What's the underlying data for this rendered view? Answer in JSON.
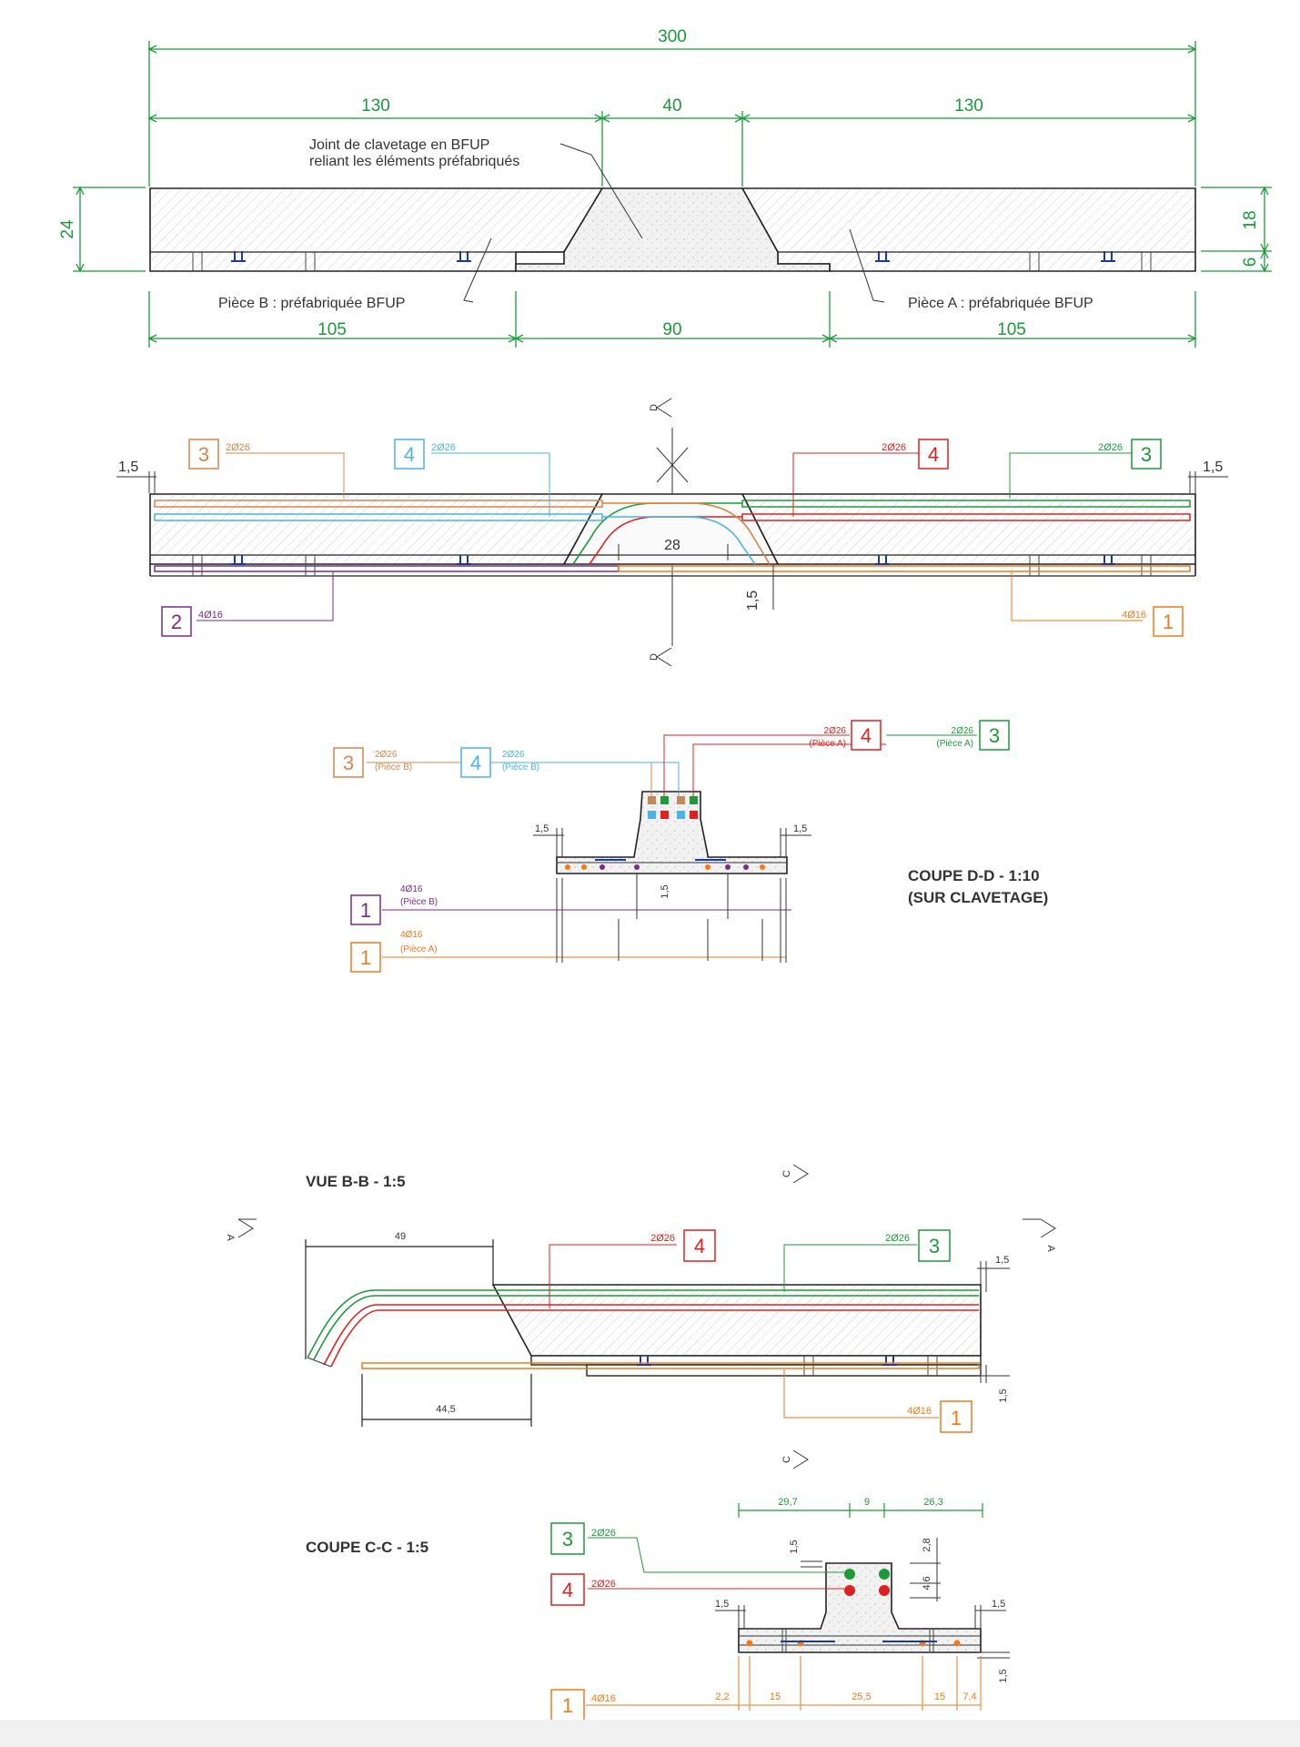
{
  "top_view": {
    "dims_top": [
      "300",
      "130",
      "40",
      "130"
    ],
    "dims_bottom": [
      "105",
      "90",
      "105"
    ],
    "dims_side": {
      "left": "24",
      "right_top": "18",
      "right_bottom": "6"
    },
    "joint_label_1": "Joint de clavetage en BFUP",
    "joint_label_2": "reliant les éléments préfabriqués",
    "piece_b_label": "Pièce B : préfabriquée BFUP",
    "piece_a_label": "Pièce A : préfabriquée BFUP"
  },
  "elevation": {
    "cover_left": "1,5",
    "cover_right": "1,5",
    "dim_28": "28",
    "dim_15": "1,5",
    "section_letter": "D",
    "bars": [
      {
        "num": "3",
        "spec": "2Ø26"
      },
      {
        "num": "4",
        "spec": "2Ø26"
      },
      {
        "num": "4",
        "spec": "2Ø26"
      },
      {
        "num": "3",
        "spec": "2Ø26"
      },
      {
        "num": "2",
        "spec": "4Ø16"
      },
      {
        "num": "1",
        "spec": "4Ø16"
      }
    ]
  },
  "coupe_dd": {
    "title_1": "COUPE D-D  -  1:10",
    "title_2": "(SUR CLAVETAGE)",
    "cover_left": "1,5",
    "cover_right": "1,5",
    "cover_bottom": "1,5",
    "bars": [
      {
        "num": "3",
        "spec": "2Ø26",
        "piece": "(Pièce B)"
      },
      {
        "num": "4",
        "spec": "2Ø26",
        "piece": "(Pièce B)"
      },
      {
        "num": "4",
        "spec": "2Ø26",
        "piece": "(Pièce A)"
      },
      {
        "num": "3",
        "spec": "2Ø26",
        "piece": "(Pièce A)"
      },
      {
        "num": "1",
        "spec": "4Ø16",
        "piece": "(Pièce B)"
      },
      {
        "num": "1",
        "spec": "4Ø16",
        "piece": "(Pièce A)"
      }
    ]
  },
  "vue_bb": {
    "title": "VUE B-B  -  1:5",
    "dim_49": "49",
    "dim_445": "44,5",
    "cover_top": "1,5",
    "cover_bottom": "1,5",
    "section_letter_a": "A",
    "section_letter_c": "C",
    "bars": [
      {
        "num": "4",
        "spec": "2Ø26"
      },
      {
        "num": "3",
        "spec": "2Ø26"
      },
      {
        "num": "1",
        "spec": "4Ø16"
      }
    ]
  },
  "coupe_cc": {
    "title": "COUPE C-C  -  1:5",
    "dims_top": [
      "29,7",
      "9",
      "26,3"
    ],
    "dims_side": [
      "1,5",
      "2,8",
      "4,6"
    ],
    "cover_left": "1,5",
    "cover_right": "1,5",
    "cover_bottom": "1,5",
    "dims_bottom": [
      "2,2",
      "15",
      "25,5",
      "15",
      "7,4"
    ],
    "bars": [
      {
        "num": "3",
        "spec": "2Ø26"
      },
      {
        "num": "4",
        "spec": "2Ø26"
      },
      {
        "num": "1",
        "spec": "4Ø16"
      }
    ]
  },
  "colors": {
    "dimension": "#1a9a3a",
    "bar_1": "#f07a1a",
    "bar_2": "#7a2a8a",
    "bar_3": "#1f9a3a",
    "bar_4": "#e02020",
    "bar_3b": "#d8844a",
    "bar_4b": "#4ab4e4",
    "outline": "#222222"
  }
}
